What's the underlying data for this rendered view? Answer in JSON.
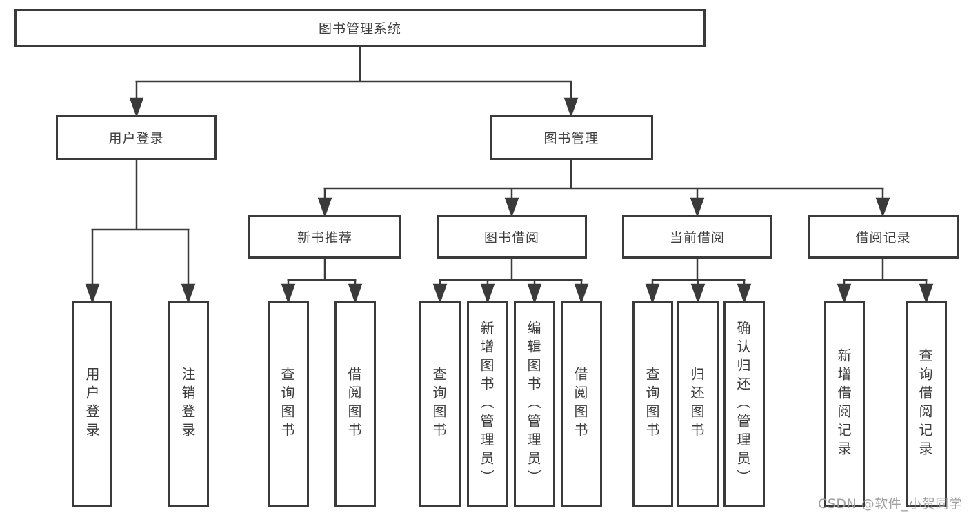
{
  "colors": {
    "line": "#3a3a3a",
    "border": "#3a3a3a",
    "text": "#3d3d3d",
    "watermark": "#989898",
    "background": "#ffffff"
  },
  "tree": {
    "root": {
      "label": "图书管理系统"
    },
    "branches": [
      {
        "label": "用户登录",
        "children": [
          "用户登录",
          "注销登录"
        ]
      },
      {
        "label": "图书管理",
        "groups": [
          {
            "label": "新书推荐",
            "children": [
              "查询图书",
              "借阅图书"
            ]
          },
          {
            "label": "图书借阅",
            "children": [
              "查询图书",
              "新增图书（管理员）",
              "编辑图书（管理员）",
              "借阅图书"
            ]
          },
          {
            "label": "当前借阅",
            "children": [
              "查询图书",
              "归还图书",
              "确认归还（管理员）"
            ]
          },
          {
            "label": "借阅记录",
            "children": [
              "新增借阅记录",
              "查询借阅记录"
            ]
          }
        ]
      }
    ]
  },
  "watermark": "CSDN @软件_小贺同学"
}
